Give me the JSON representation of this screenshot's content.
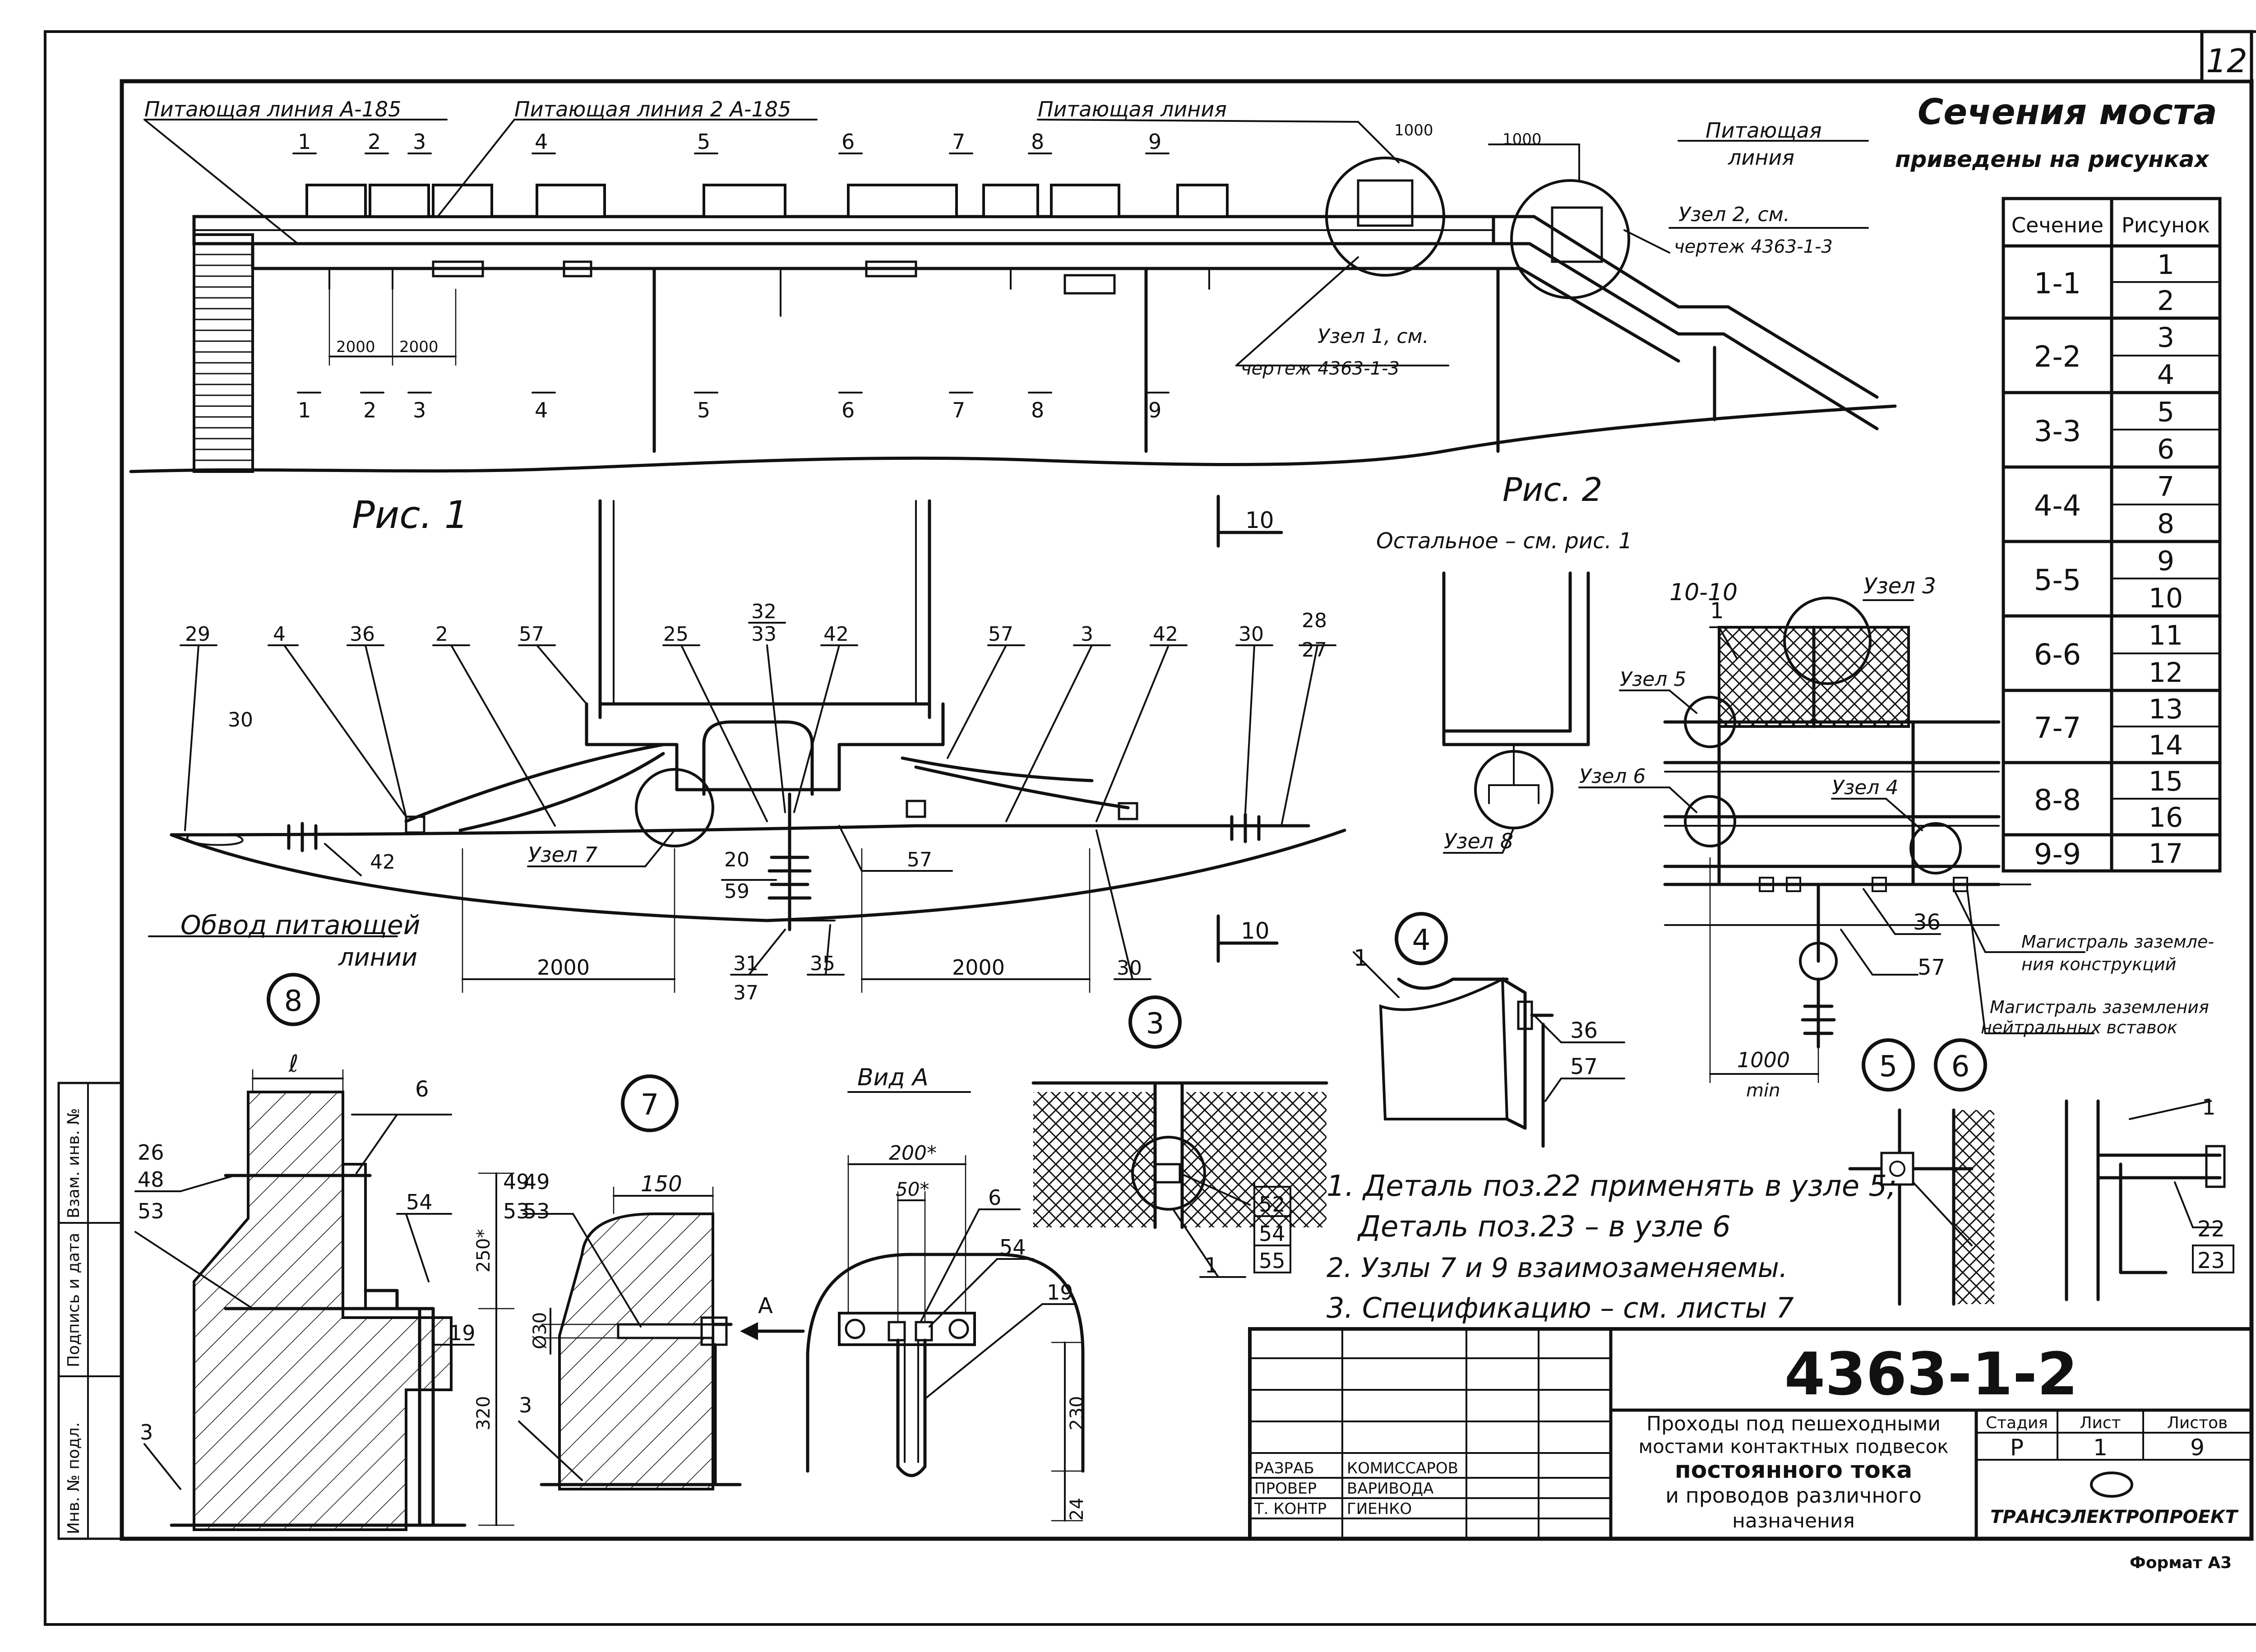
{
  "page_number": "12",
  "title_right": {
    "line1": "Сечения моста",
    "line2": "приведены на рисунках"
  },
  "section_table": {
    "headers": [
      "Сечение",
      "Рисунок"
    ],
    "rows": [
      {
        "section": "1-1",
        "figures": [
          "1",
          "2"
        ]
      },
      {
        "section": "2-2",
        "figures": [
          "3",
          "4"
        ]
      },
      {
        "section": "3-3",
        "figures": [
          "5",
          "6"
        ]
      },
      {
        "section": "4-4",
        "figures": [
          "7",
          "8"
        ]
      },
      {
        "section": "5-5",
        "figures": [
          "9",
          "10"
        ]
      },
      {
        "section": "6-6",
        "figures": [
          "11",
          "12"
        ]
      },
      {
        "section": "7-7",
        "figures": [
          "13",
          "14"
        ]
      },
      {
        "section": "8-8",
        "figures": [
          "15",
          "16"
        ]
      },
      {
        "section": "9-9",
        "figures": [
          "17"
        ]
      }
    ]
  },
  "fig1": {
    "caption": "Рис. 1",
    "feed_line_1": "Питающая линия А-185",
    "feed_line_2": "Питающая линия 2 А-185",
    "feed_line_3": "Питающая линия",
    "feed_line_4_a": "Питающая",
    "feed_line_4_b": "линия",
    "dim_1000_a": "1000",
    "dim_1000_b": "1000",
    "dim_2000_a": "2000",
    "dim_2000_b": "2000",
    "uzel2_a": "Узел 2, см.",
    "uzel2_b": "чертеж 4363-1-3",
    "uzel1_a": "Узел 1, см.",
    "uzel1_b": "чертеж 4363-1-3",
    "section_marks": [
      "1",
      "2",
      "3",
      "4",
      "5",
      "6",
      "7",
      "8",
      "9"
    ]
  },
  "fig2": {
    "caption": "Рис. 2",
    "note": "Остальное – см. рис. 1",
    "section_mark": "10",
    "dim_2000_left": "2000",
    "dim_2000_right": "2000",
    "bypass_a": "Обвод питающей",
    "bypass_b": "линии",
    "uzel7": "Узел 7",
    "labels": [
      "29",
      "30",
      "4",
      "36",
      "2",
      "57",
      "25",
      "32",
      "33",
      "42",
      "57",
      "3",
      "42",
      "30",
      "28",
      "27",
      "42",
      "20",
      "59",
      "57",
      "31",
      "37",
      "35",
      "30"
    ]
  },
  "view_10": {
    "title": "10-10",
    "uzel3": "Узел 3",
    "uzel4": "Узел 4",
    "uzel5": "Узел 5",
    "uzel6": "Узел 6",
    "uzel8": "Узел 8",
    "pos_1": "1",
    "pos_36": "36",
    "pos_57": "57",
    "ground_1a": "Магистраль заземле-",
    "ground_1b": "ния конструкций",
    "ground_2a": "Магистраль заземления",
    "ground_2b": "нейтральных вставок",
    "dim_1000": "1000",
    "dim_min": "min"
  },
  "node_8": {
    "number": "8",
    "dim_l": "ℓ",
    "pos_6": "6",
    "pos_26": "26",
    "pos_48": "48",
    "pos_53": "53",
    "pos_49": "49",
    "pos_53b": "53",
    "pos_54": "54",
    "pos_19": "19",
    "pos_3": "3",
    "dim_250": "250*",
    "dim_320": "320"
  },
  "node_7": {
    "number": "7",
    "dim_150": "150",
    "dim_30": "Ø30",
    "pos_3": "3",
    "arrow_a": "А"
  },
  "view_a": {
    "title": "Вид А",
    "dim_200": "200*",
    "dim_50": "50*",
    "pos_6": "6",
    "pos_54": "54",
    "pos_19": "19",
    "dim_230": "230",
    "dim_24": "24"
  },
  "node_3": {
    "number": "3",
    "pos_52": "52",
    "pos_54": "54",
    "pos_55": "55",
    "pos_1": "1"
  },
  "node_4": {
    "number": "4",
    "pos_1": "1",
    "pos_36": "36",
    "pos_57": "57"
  },
  "node_5": {
    "number": "5"
  },
  "node_6": {
    "number": "6",
    "pos_1": "1",
    "pos_22": "22",
    "pos_23": "23"
  },
  "notes": [
    "1. Деталь поз.22 применять в узле 5;",
    "Деталь поз.23 – в узле 6",
    "2. Узлы 7 и 9 взаимозаменяемы.",
    "3. Спецификацию – см. листы 7"
  ],
  "side_stamp": [
    "Инв. № подл.",
    "Подпись и дата",
    "Взам. инв. №"
  ],
  "title_block": {
    "doc_code": "4363-1-2",
    "title_lines": [
      "Проходы под пешеходными",
      "мостами контактных подвесок",
      "постоянного тока",
      "и проводов различного",
      "назначения"
    ],
    "stage_head": "Стадия",
    "sheet_head": "Лист",
    "sheets_head": "Листов",
    "stage": "Р",
    "sheet": "1",
    "sheets": "9",
    "org": "ТРАНСЭЛЕКТРОПРОЕКТ",
    "roles": [
      {
        "role": "РАЗРАБ",
        "name": "КОМИССАРОВ"
      },
      {
        "role": "ПРОВЕР",
        "name": "ВАРИВОДА"
      },
      {
        "role": "Т. КОНТР",
        "name": "ГИЕНКО"
      }
    ],
    "format": "Формат А3"
  }
}
